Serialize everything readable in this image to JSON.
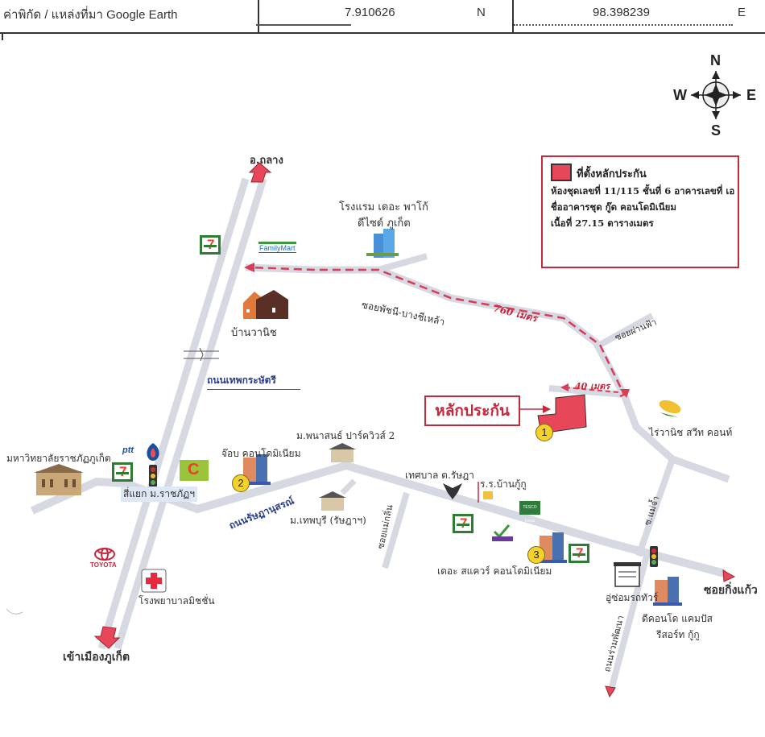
{
  "header": {
    "label": "ค่าพิกัด / แหล่งที่มา Google Earth",
    "latitude": "7.910626",
    "lat_dir": "N",
    "longitude": "98.398239",
    "lon_dir": "E"
  },
  "compass": {
    "n": "N",
    "s": "S",
    "e": "E",
    "w": "W"
  },
  "legend": {
    "title": "ที่ตั้งหลักประกัน",
    "line1": "ห้องชุดเลขที่ 11/115 ชั้นที่ 6 อาคารเลขที่ เอ",
    "line2": "ชื่ออาคารชุด กู๊ด คอนโดมิเนียม",
    "line3": "เนื้อที่ 27.15 ตารางเมตร",
    "color": "#e8475a"
  },
  "collateral_label": "หลักประกัน",
  "distances": {
    "route": "760 เมตร",
    "spur": "40 เมตร"
  },
  "directions": {
    "north": "อ.ถลาง",
    "south": "เข้าเมืองภูเก็ต",
    "east": "ซอยกิ่งแก้ว"
  },
  "roads": {
    "thepkrasattri": "ถนนเทพกระษัตรี",
    "ratsadanusorn": "ถนนรัษฎานุสรณ์",
    "soi_patchanee": "ซอยพัชนี-บางชีเหล้า",
    "soi_phanfa": "ซอยผ่านฟ้า",
    "soi_maekloen": "ซอยแม่กลิ่น",
    "soi_maecham": "ซ.แม่จ้ำ",
    "road_rawpattana": "ถนนร่วมพัฒนา"
  },
  "places": {
    "hotel_line1": "โรงแรม เดอะ พาโก้",
    "hotel_line2": "ดีไซด์ ภูเก็ต",
    "ban_wanich": "บ้านวานิช",
    "university": "มหาวิทยาลัยราชภัฏภูเก็ต",
    "intersection": "สี่แยก ม.ราชภัฏฯ",
    "jobs_condo": "จ๊อบ คอนโดมิเนียม",
    "phanason": "ม.พนาสนธ์ ปาร์ควิวส์ 2",
    "thepburi": "ม.เทพบุรี (รัษฎาฯ)",
    "municipality": "เทศบาล ต.รัษฎา",
    "school": "ร.ร.บ้านกู้กู",
    "the_square": "เดอะ สแควร์ คอนโดมิเนียม",
    "garage": "อู่ซ่อมรถทัวร์",
    "dcondo_line1": "ดีคอนโด แคมปัส",
    "dcondo_line2": "รีสอร์ท กู้กู",
    "corn_farm": "ไร่วานิช สวีท คอนท์",
    "hospital": "โรงพยาบาลมิชชั่น"
  },
  "brands": {
    "familymart": "FamilyMart",
    "toyota": "TOYOTA",
    "ptt": "ptt",
    "seven": "7",
    "lotus": "C",
    "tesco": "TESCO Lotus"
  },
  "markers": {
    "m1": "1",
    "m2": "2",
    "m3": "3"
  },
  "colors": {
    "road": "#d6d8e2",
    "route": "#d93c54",
    "arrow": "#e8475a",
    "label_blue": "#2a3f8c"
  }
}
